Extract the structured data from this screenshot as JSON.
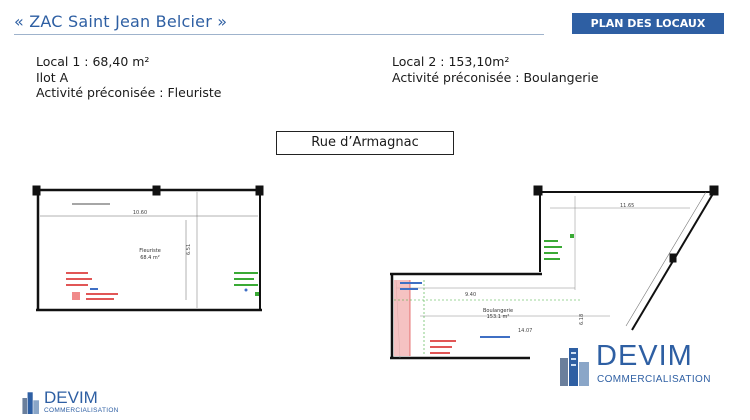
{
  "header": {
    "title": "« ZAC Saint Jean Belcier »",
    "badge": "PLAN DES LOCAUX"
  },
  "local1": {
    "line1": "Local 1 : 68,40 m²",
    "line2": "Ilot A",
    "line3": "Activité préconisée : Fleuriste"
  },
  "local2": {
    "line1": "Local 2 : 153,10m²",
    "line2": "Activité préconisée : Boulangerie"
  },
  "street": {
    "label": "Rue d’Armagnac"
  },
  "plan1": {
    "dimension_width": "10.60",
    "dimension_depth": "6.51",
    "room_name": "Fleuriste",
    "room_area": "68.4 m²"
  },
  "plan2": {
    "dimension_top": "11.65",
    "dimension_mid": "9.40",
    "dimension_bottom": "14.07",
    "dimension_side": "6.18",
    "room_name": "Boulangerie",
    "room_area": "153.1 m²"
  },
  "logo": {
    "name": "DEVIM",
    "sub": "COMMERCIALISATION"
  },
  "colors": {
    "accent": "#2e5fa3",
    "plan_red": "#e15656",
    "plan_green": "#3aaa35",
    "plan_blue": "#3f6fc4"
  }
}
